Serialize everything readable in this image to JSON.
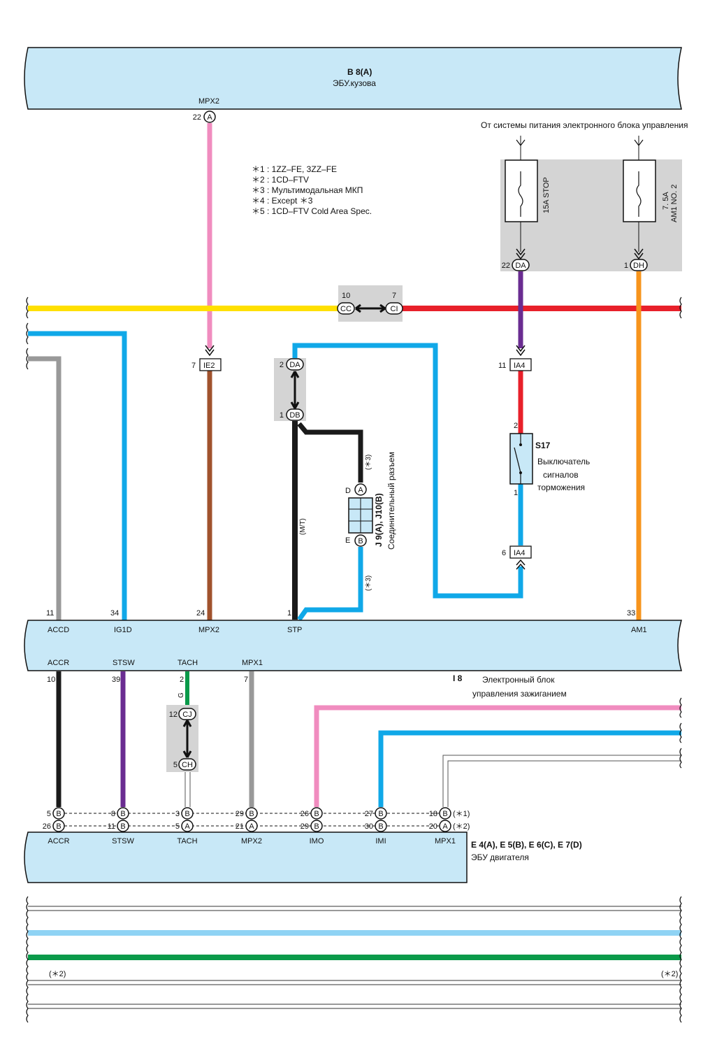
{
  "body_ecu": {
    "code": "B 8(A)",
    "name": "ЭБУ.кузова",
    "pin_label": "MPX2",
    "pin_num": "22",
    "pin_conn": "A"
  },
  "notes": [
    "＊1 : 1ZZ–FE,  3ZZ–FE",
    "＊2 : 1CD–FTV",
    "＊3 : Мультимодальная МКП",
    "＊4 : Except ＊3",
    "＊5 : 1CD–FTV Cold Area Spec."
  ],
  "power_source": "От системы питания электронного блока управления",
  "fuses": [
    {
      "label": "15A STOP",
      "pin_num": "22",
      "pin_conn": "DA"
    },
    {
      "label1": "7. 5A",
      "label2": "AM1 NO. 2",
      "pin_num": "1",
      "pin_conn": "DH"
    }
  ],
  "junction_cc_ci": {
    "left_num": "10",
    "left": "CC",
    "right_num": "7",
    "right": "CI"
  },
  "ie2": {
    "num": "7",
    "label": "IE2"
  },
  "da_db": {
    "top_num": "2",
    "top": "DA",
    "bot_num": "1",
    "bot": "DB"
  },
  "ia4_top": {
    "num": "11",
    "label": "IA4"
  },
  "ia4_bot": {
    "num": "6",
    "label": "IA4"
  },
  "switch": {
    "code": "S17",
    "line1": "Выключатель",
    "line2": "сигналов",
    "line3": "торможения",
    "pin_top": "2",
    "pin_bot": "1"
  },
  "jconn": {
    "code": "J 9(A), J10(B)",
    "name": "Соединительный разъем",
    "top_letter": "D",
    "top_conn": "A",
    "bot_letter": "E",
    "bot_conn": "B",
    "note_top": "(＊3)",
    "note_bot": "(＊3)",
    "mt": "(M/T)"
  },
  "ign_ecu": {
    "code": "I 8",
    "line1": "Электронный блок",
    "line2": "управления зажиганием",
    "top_pins": [
      {
        "num": "11",
        "name": "ACCD"
      },
      {
        "num": "34",
        "name": "IG1D"
      },
      {
        "num": "24",
        "name": "MPX2"
      },
      {
        "num": "1",
        "name": "STP"
      },
      {
        "num": "33",
        "name": "AM1"
      }
    ],
    "bottom_pins": [
      {
        "num": "10",
        "name": "ACCR"
      },
      {
        "num": "39",
        "name": "STSW"
      },
      {
        "num": "2",
        "name": "TACH"
      },
      {
        "num": "7",
        "name": "MPX1"
      }
    ]
  },
  "cj_ch": {
    "top_num": "12",
    "top": "CJ",
    "bot_num": "5",
    "bot": "CH",
    "wire_color_letter": "G"
  },
  "engine_ecu": {
    "code": "E 4(A), E 5(B), E 6(C), E 7(D)",
    "name": "ЭБУ двигателя",
    "columns": [
      {
        "name": "ACCR",
        "r1n": "5",
        "r1c": "B",
        "r2n": "26",
        "r2c": "B"
      },
      {
        "name": "STSW",
        "r1n": "8",
        "r1c": "B",
        "r2n": "11",
        "r2c": "B"
      },
      {
        "name": "TACH",
        "r1n": "3",
        "r1c": "B",
        "r2n": "5",
        "r2c": "A"
      },
      {
        "name": "MPX2",
        "r1n": "29",
        "r1c": "B",
        "r2n": "21",
        "r2c": "A"
      },
      {
        "name": "IMO",
        "r1n": "26",
        "r1c": "B",
        "r2n": "29",
        "r2c": "B"
      },
      {
        "name": "IMI",
        "r1n": "27",
        "r1c": "B",
        "r2n": "30",
        "r2c": "B"
      },
      {
        "name": "MPX1",
        "r1n": "18",
        "r1c": "B",
        "r2n": "20",
        "r2c": "A"
      }
    ],
    "row_notes": [
      "(＊1)",
      "(＊2)"
    ]
  },
  "bottom_notes": {
    "left": "(＊2)",
    "right": "(＊2)"
  },
  "colors": {
    "ecu_fill": "#c8e8f7",
    "pink": "#f08cbf",
    "brown": "#a0522d",
    "yellow": "#ffe000",
    "red": "#e8202a",
    "purple": "#6a2c91",
    "orange": "#f7941d",
    "blue": "#10a8e8",
    "gray": "#999999",
    "black": "#1a1a1a",
    "green": "#0a9a4a",
    "lightblue": "#8fd3f4",
    "shade": "#d4d4d4"
  }
}
